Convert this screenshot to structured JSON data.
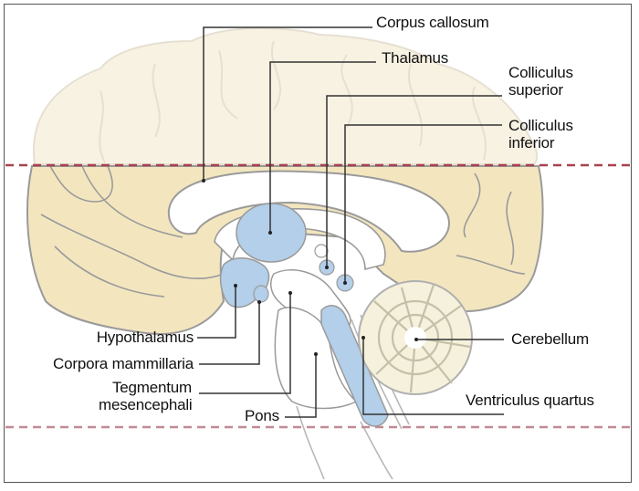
{
  "diagram": {
    "type": "anatomical-sagittal-brain-section",
    "colors": {
      "cortex": "#f3e6bf",
      "cortex_faded": "#f8f2e2",
      "ventricle_blue": "#b3cfe9",
      "outline": "#9a9a9a",
      "leader": "#333333",
      "cut_line": "#a8424f"
    },
    "labels": {
      "corpus_callosum": "Corpus callosum",
      "thalamus": "Thalamus",
      "colliculus_superior_1": "Colliculus",
      "colliculus_superior_2": "superior",
      "colliculus_inferior_1": "Colliculus",
      "colliculus_inferior_2": "inferior",
      "cerebellum": "Cerebellum",
      "ventriculus_quartus": "Ventriculus quartus",
      "hypothalamus": "Hypothalamus",
      "corpora_mammillaria": "Corpora mammillaria",
      "tegmentum_1": "Tegmentum",
      "tegmentum_2": "mesencephali",
      "pons": "Pons"
    },
    "cut_lines": [
      "upper-section-boundary",
      "lower-section-boundary"
    ]
  }
}
